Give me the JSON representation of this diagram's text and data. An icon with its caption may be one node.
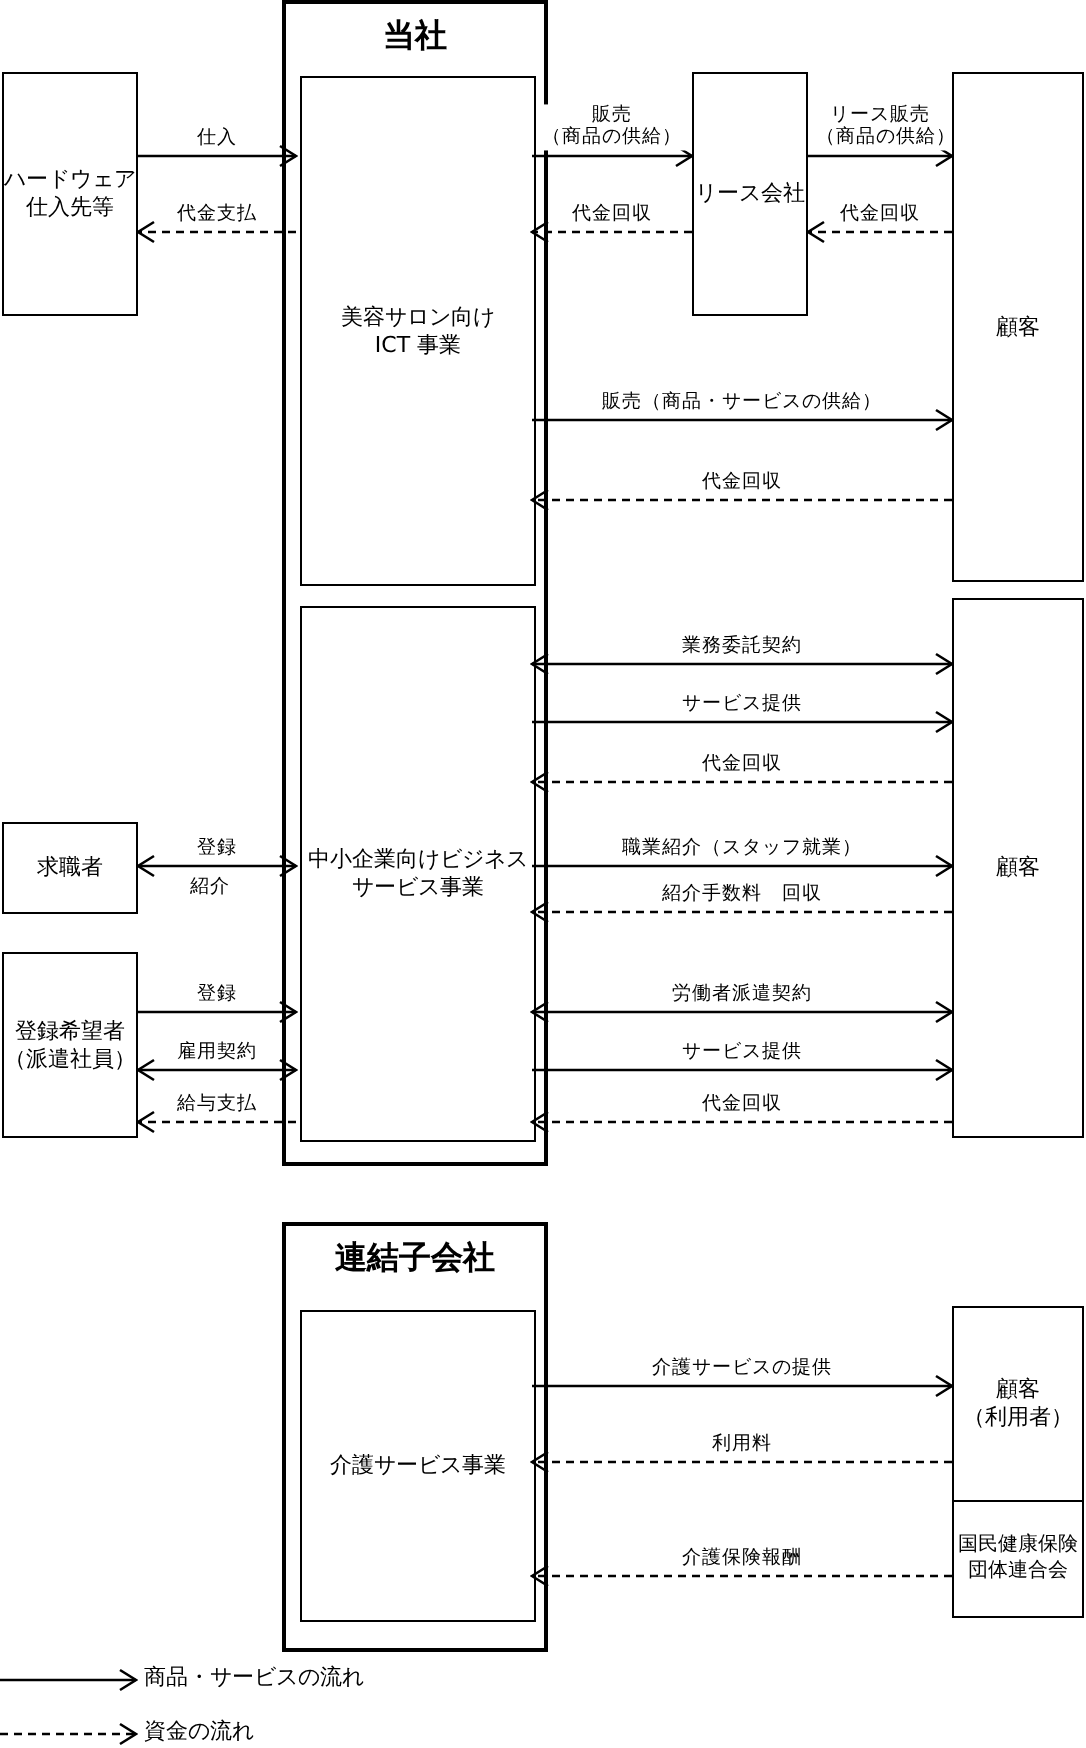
{
  "diagram": {
    "nodes": [
      {
        "text": [
          "当社"
        ]
      },
      {
        "text": [
          "美容サロン向けICT 事業"
        ],
        "in": 0
      },
      {
        "text": [
          "中小企業向けビジネスサービス事業"
        ],
        "in": 0
      },
      {
        "text": [
          "ハードウェア仕入先等"
        ]
      },
      {
        "text": [
          "リース会社"
        ]
      },
      {
        "text": [
          "顧客"
        ]
      },
      {
        "text": [
          "顧客"
        ]
      },
      {
        "text": [
          "求職者"
        ]
      },
      {
        "text": [
          "登録希望者（派遣社員）"
        ]
      },
      {
        "text": [
          "連結子会社"
        ]
      },
      {
        "text": [
          "介護サービス事業"
        ],
        "in": 9
      },
      {
        "text": [
          "顧客（利用者）"
        ]
      },
      {
        "text": [
          "国民健康保険団体連合会"
        ]
      }
    ],
    "edges": [
      {
        "from": 3,
        "to": 1,
        "arrow": "to",
        "label": "仕入"
      },
      {
        "from": 1,
        "to": 3,
        "arrow": "to",
        "label": "代金支払",
        "style": "dashed"
      },
      {
        "from": 1,
        "to": 4,
        "arrow": "to",
        "label": "販売（商品の供給）"
      },
      {
        "from": 4,
        "to": 1,
        "arrow": "to",
        "label": "代金回収",
        "style": "dashed"
      },
      {
        "from": 4,
        "to": 5,
        "arrow": "to",
        "label": "リース販売（商品の供給）"
      },
      {
        "from": 5,
        "to": 4,
        "arrow": "to",
        "label": "代金回収",
        "style": "dashed"
      },
      {
        "from": 1,
        "to": 5,
        "arrow": "to",
        "label": "販売（商品・サービスの供給）"
      },
      {
        "from": 5,
        "to": 1,
        "arrow": "to",
        "label": "代金回収",
        "style": "dashed"
      },
      {
        "from": 7,
        "to": 2,
        "arrow": "both",
        "label": "登録"
      },
      {
        "from": 8,
        "to": 2,
        "arrow": "to",
        "label": "登録"
      },
      {
        "from": 8,
        "to": 2,
        "arrow": "both",
        "label": "雇用契約"
      },
      {
        "from": 2,
        "to": 8,
        "arrow": "to",
        "label": "給与支払",
        "style": "dashed"
      },
      {
        "from": 2,
        "to": 6,
        "arrow": "both",
        "label": "業務委託契約"
      },
      {
        "from": 2,
        "to": 6,
        "arrow": "to",
        "label": "サービス提供"
      },
      {
        "from": 6,
        "to": 2,
        "arrow": "to",
        "label": "代金回収",
        "style": "dashed"
      },
      {
        "from": 2,
        "to": 6,
        "arrow": "to",
        "label": "職業紹介（スタッフ就業）"
      },
      {
        "from": 6,
        "to": 2,
        "arrow": "to",
        "label": "紹介手数料　回収",
        "style": "dashed"
      },
      {
        "from": 2,
        "to": 6,
        "arrow": "both",
        "label": "労働者派遣契約"
      },
      {
        "from": 2,
        "to": 6,
        "arrow": "to",
        "label": "サービス提供"
      },
      {
        "from": 6,
        "to": 2,
        "arrow": "to",
        "label": "代金回収",
        "style": "dashed"
      },
      {
        "from": 10,
        "to": 11,
        "arrow": "to",
        "label": "介護サービスの提供"
      },
      {
        "from": 11,
        "to": 10,
        "arrow": "to",
        "label": "利用料",
        "style": "dashed"
      },
      {
        "from": 12,
        "to": 10,
        "arrow": "to",
        "label": "介護保険報酬",
        "style": "dashed"
      }
    ],
    "labels": [
      "紹介"
    ],
    "legend": [
      {
        "text": "商品・サービスの流れ"
      },
      {
        "text": "資金の流れ"
      }
    ]
  }
}
